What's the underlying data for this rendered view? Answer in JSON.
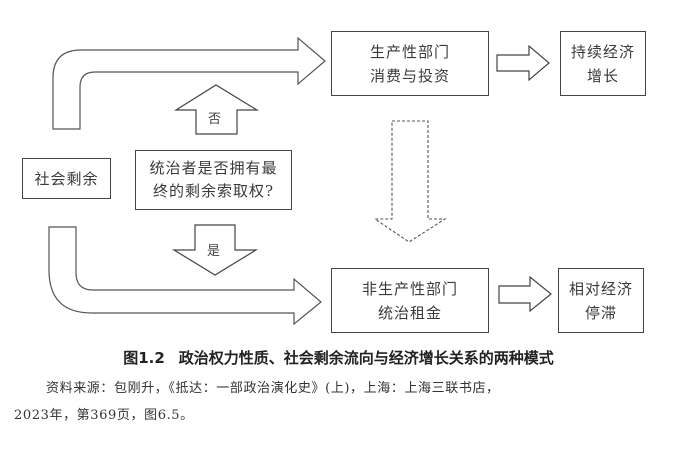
{
  "diagram": {
    "nodes": {
      "social_surplus": "社会剩余",
      "question": [
        "统治者是否拥有最",
        "终的剩余索取权?"
      ],
      "productive": [
        "生产性部门",
        "消费与投资"
      ],
      "sustained_growth": [
        "持续经济",
        "增长"
      ],
      "unproductive": [
        "非生产性部门",
        "统治租金"
      ],
      "stagnation": [
        "相对经济",
        "停滞"
      ]
    },
    "arrow_labels": {
      "no": "否",
      "yes": "是"
    }
  },
  "caption": {
    "number": "图1.2",
    "title": "政治权力性质、社会剩余流向与经济增长关系的两种模式"
  },
  "source": {
    "line1": "资料来源：包刚升，《抵达：一部政治演化史》(上)，上海：上海三联书店，",
    "line2": "2023年，第369页，图6.5。"
  }
}
